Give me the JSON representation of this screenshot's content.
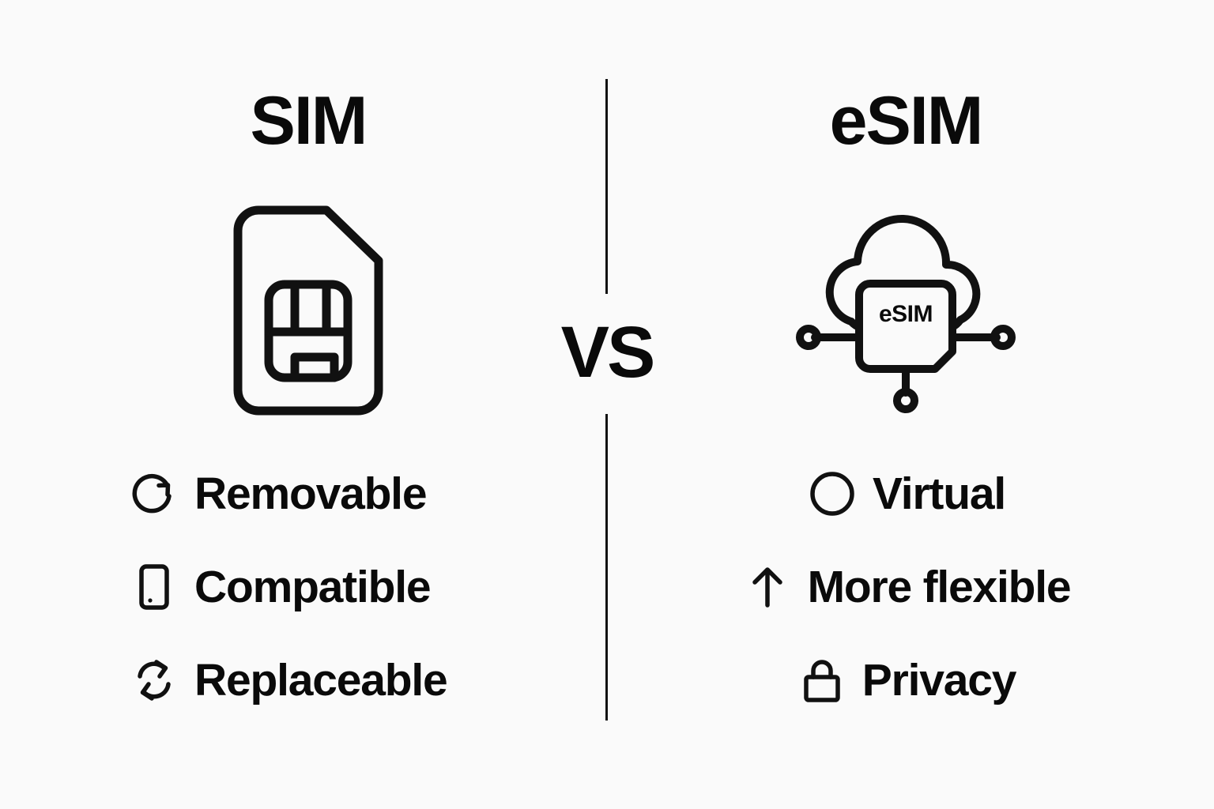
{
  "background_color": "#fafafa",
  "ink_color": "#111111",
  "center": {
    "vs_label": "VS",
    "divider_icon": "vertical-divider-line"
  },
  "columns": [
    {
      "id": "sim",
      "title": "SIM",
      "art_icon": "sim-card-icon",
      "features": [
        {
          "icon": "rotate-clockwise-arrow-icon",
          "label": "Removable"
        },
        {
          "icon": "smartphone-icon",
          "label": "Compatible"
        },
        {
          "icon": "swap-arrows-icon",
          "label": "Replaceable"
        }
      ]
    },
    {
      "id": "esim",
      "title": "eSIM",
      "art_icon": "cloud-esim-chip-icon",
      "art_chip_label": "eSIM",
      "features": [
        {
          "icon": "circle-outline-icon",
          "label": "Virtual"
        },
        {
          "icon": "arrow-up-icon",
          "label": "More flexible"
        },
        {
          "icon": "padlock-icon",
          "label": "Privacy"
        }
      ]
    }
  ]
}
